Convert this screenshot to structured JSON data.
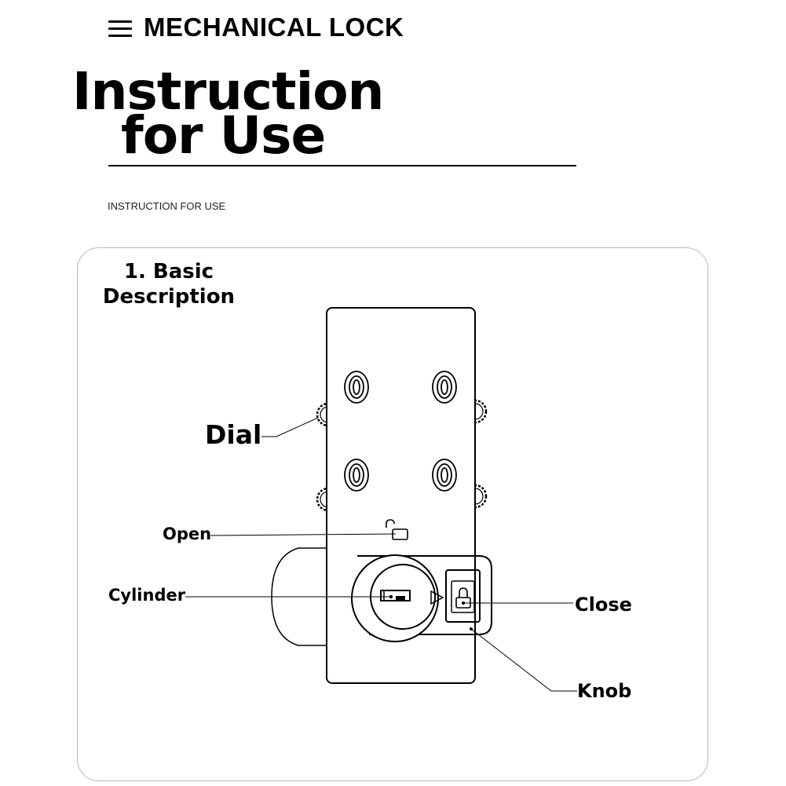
{
  "header": {
    "title": "MECHANICAL LOCK",
    "menu_icon": "hamburger-menu-icon"
  },
  "hero": {
    "title_line1": "Instruction",
    "title_line2": "for Use",
    "caption": "INSTRUCTION FOR USE"
  },
  "section": {
    "title_line1": "1. Basic",
    "title_line2": "Description"
  },
  "diagram": {
    "subject": "mechanical combination lock",
    "callouts": {
      "dial": "Dial",
      "open": "Open",
      "cylinder": "Cylinder",
      "close": "Close",
      "knob": "Knob"
    },
    "icons": [
      "unlocked-padlock-icon",
      "locked-padlock-icon",
      "play-arrow-icon",
      "knurled-dial-icon"
    ],
    "colors": {
      "line": "#000000",
      "card_border": "#b9b9b9",
      "background": "#ffffff"
    }
  }
}
